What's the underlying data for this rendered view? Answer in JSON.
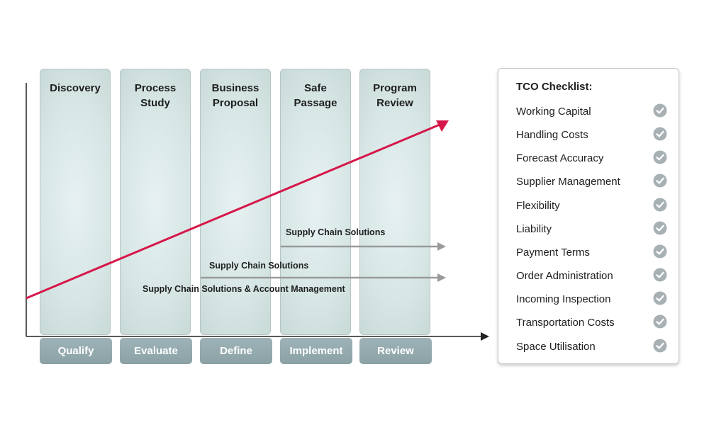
{
  "columns": [
    {
      "title_line1": "Discovery",
      "title_line2": ""
    },
    {
      "title_line1": "Process",
      "title_line2": "Study"
    },
    {
      "title_line1": "Business",
      "title_line2": "Proposal"
    },
    {
      "title_line1": "Safe",
      "title_line2": "Passage"
    },
    {
      "title_line1": "Program",
      "title_line2": "Review"
    }
  ],
  "phases": [
    "Qualify",
    "Evaluate",
    "Define",
    "Implement",
    "Review"
  ],
  "flows": [
    {
      "label": "Supply Chain Solutions"
    },
    {
      "label": "Supply Chain Solutions"
    },
    {
      "label": "Supply Chain Solutions & Account Management"
    }
  ],
  "checklist": {
    "title": "TCO Checklist:",
    "items": [
      "Working Capital",
      "Handling Costs",
      "Forecast Accuracy",
      "Supplier Management",
      "Flexibility",
      "Liability",
      "Payment Terms",
      "Order Administration",
      "Incoming Inspection",
      "Transportation Costs",
      "Space Utilisation"
    ]
  },
  "colors": {
    "trend_arrow": "#d6174a",
    "flow_arrow": "#9a9a9a",
    "axis": "#222222",
    "check": "#a7b0b2"
  }
}
